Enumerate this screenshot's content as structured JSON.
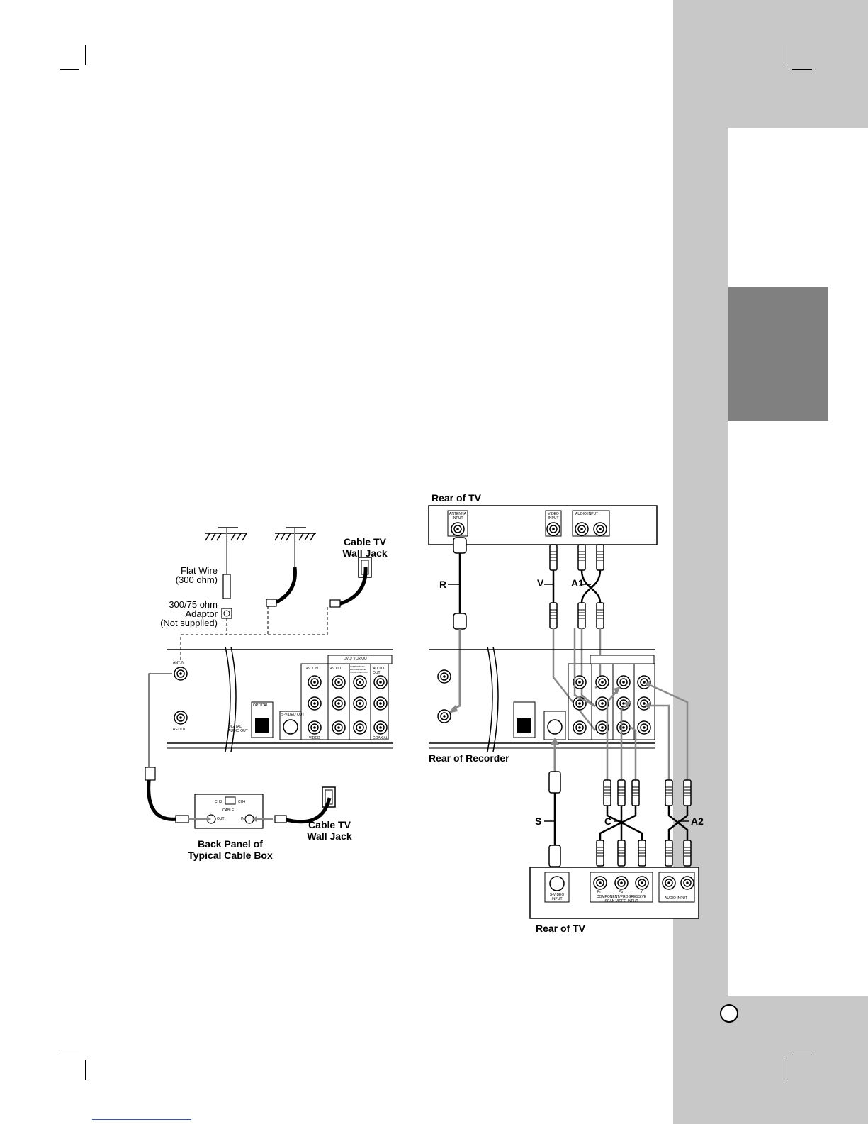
{
  "left_diagram": {
    "flat_wire": "Flat Wire",
    "flat_wire_ohm": "(300 ohm)",
    "adaptor_1": "300/75 ohm",
    "adaptor_2": "Adaptor",
    "adaptor_3": "(Not supplied)",
    "wall_jack_top_1": "Cable TV",
    "wall_jack_top_2": "Wall Jack",
    "wall_jack_bottom_1": "Cable TV",
    "wall_jack_bottom_2": "Wall Jack",
    "cable_box_1": "Back Panel of",
    "cable_box_2": "Typical Cable Box",
    "panel": {
      "ant_in": "ANT.IN",
      "rf_out": "RF.OUT",
      "optical": "OPTICAL",
      "digital_audio_out": "DIGITAL AUDIO OUT",
      "s_video_out": "S-VIDEO OUT",
      "av1_in": "AV 1 IN",
      "av_out": "AV OUT",
      "dvd_vcr_out": "DVD/ VCR OUT",
      "audio_out": "AUDIO OUT",
      "video": "VIDEO",
      "coaxial": "COAXIAL",
      "component": "COMPONENT/ PROGRESSIVE SCAN VIDEO OUT"
    },
    "cable_box": {
      "ch3": "CH3",
      "ch4": "CH4",
      "cable": "CABLE",
      "out": "OUT",
      "in": "IN"
    }
  },
  "right_diagram": {
    "rear_of_tv_top": "Rear of TV",
    "rear_of_recorder": "Rear of Recorder",
    "rear_of_tv_bottom": "Rear of TV",
    "antenna_input": "ANTENNA INPUT",
    "video_input": "VIDEO INPUT",
    "audio_input_top": "AUDIO INPUT",
    "svideo_input": "S-VIDEO INPUT",
    "component_input": "COMPONENT/PROGRESSIVE SCAN VIDEO INPUT",
    "audio_input_bottom": "AUDIO INPUT",
    "pr": "Pr",
    "pb": "Pb",
    "y": "Y",
    "cable_labels": {
      "r": "R",
      "v": "V",
      "a1": "A1",
      "s": "S",
      "c": "C",
      "a2": "A2"
    }
  }
}
